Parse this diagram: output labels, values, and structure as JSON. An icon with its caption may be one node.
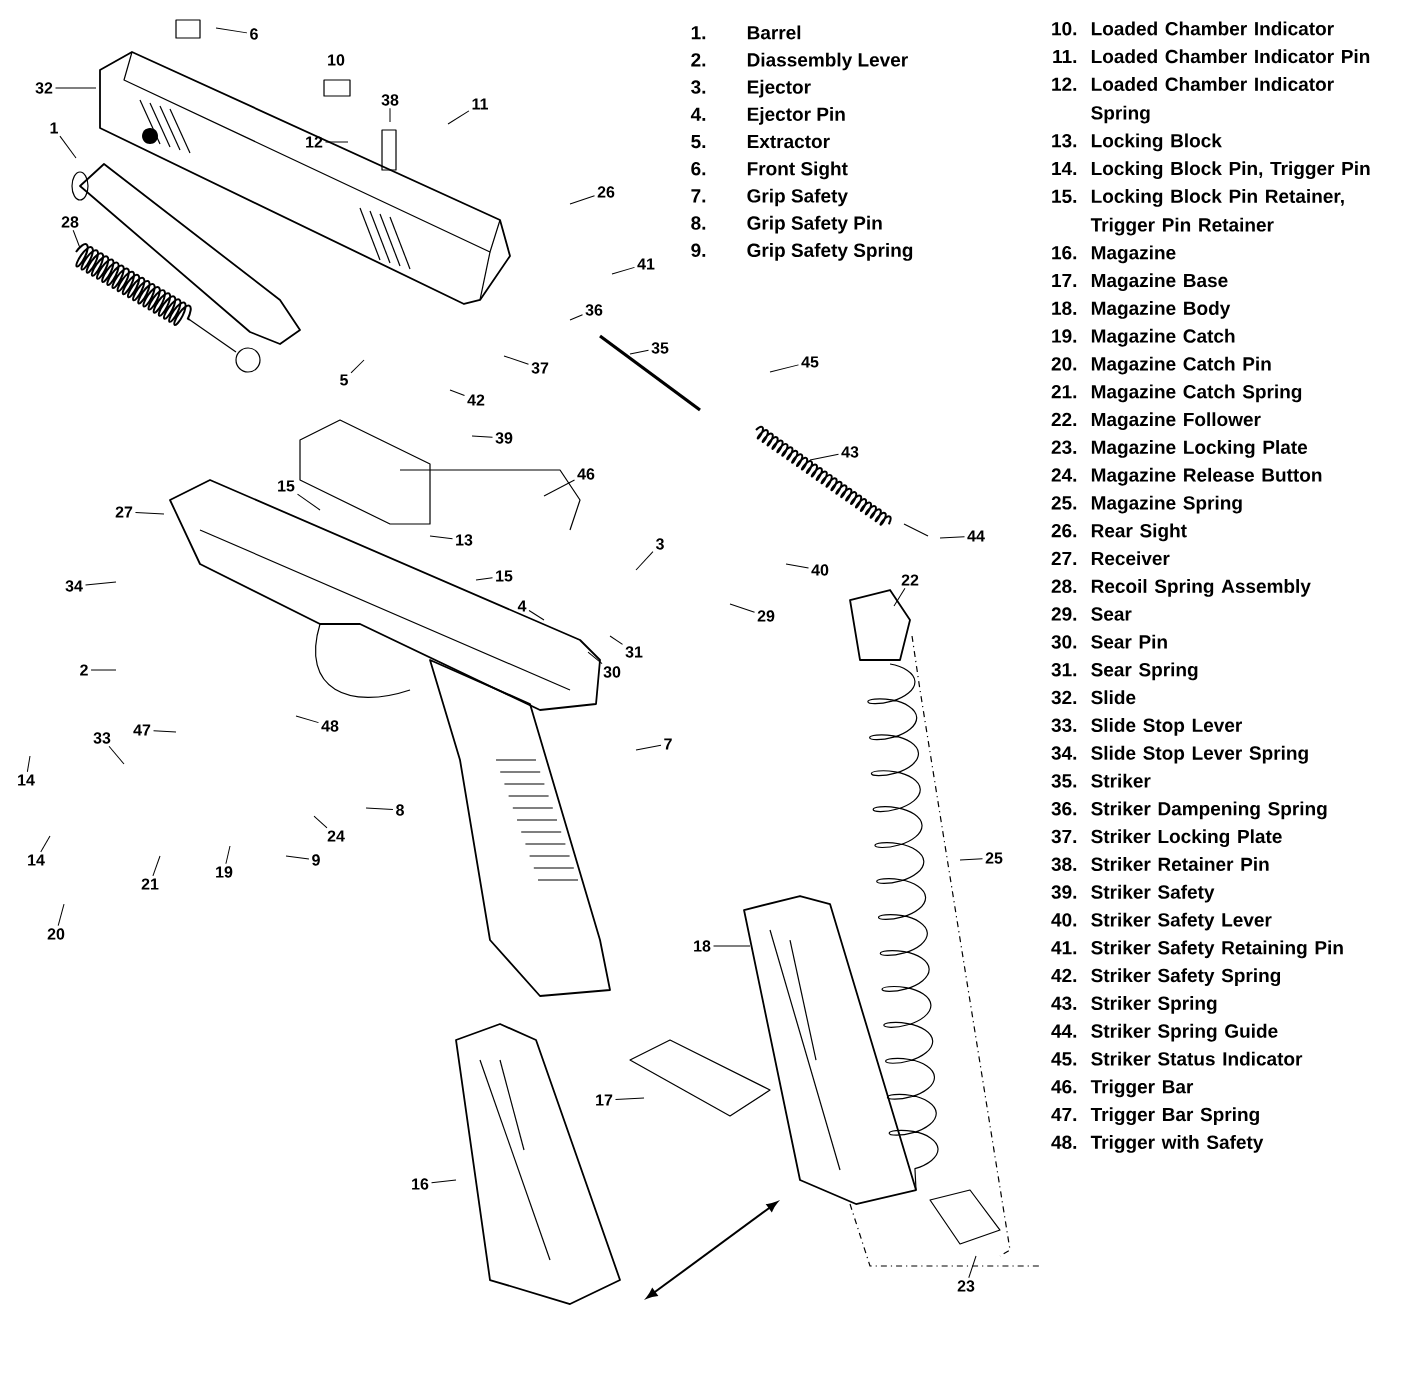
{
  "diagram": {
    "nodes": [
      {
        "text": [
          "6"
        ]
      },
      {
        "text": [
          "32"
        ]
      },
      {
        "text": [
          "10"
        ]
      },
      {
        "text": [
          "38"
        ]
      },
      {
        "text": [
          "11"
        ]
      },
      {
        "text": [
          "12"
        ]
      },
      {
        "text": [
          "1"
        ]
      },
      {
        "text": [
          "28"
        ]
      },
      {
        "text": [
          "26"
        ]
      },
      {
        "text": [
          "41"
        ]
      },
      {
        "text": [
          "36"
        ]
      },
      {
        "text": [
          "35"
        ]
      },
      {
        "text": [
          "5"
        ]
      },
      {
        "text": [
          "37"
        ]
      },
      {
        "text": [
          "45"
        ]
      },
      {
        "text": [
          "42"
        ]
      },
      {
        "text": [
          "39"
        ]
      },
      {
        "text": [
          "43"
        ]
      },
      {
        "text": [
          "15"
        ]
      },
      {
        "text": [
          "46"
        ]
      },
      {
        "text": [
          "27"
        ]
      },
      {
        "text": [
          "44"
        ]
      },
      {
        "text": [
          "13"
        ]
      },
      {
        "text": [
          "3"
        ]
      },
      {
        "text": [
          "40"
        ]
      },
      {
        "text": [
          "15"
        ]
      },
      {
        "text": [
          "34"
        ]
      },
      {
        "text": [
          "22"
        ]
      },
      {
        "text": [
          "4"
        ]
      },
      {
        "text": [
          "29"
        ]
      },
      {
        "text": [
          "31"
        ]
      },
      {
        "text": [
          "30"
        ]
      },
      {
        "text": [
          "2"
        ]
      },
      {
        "text": [
          "48"
        ]
      },
      {
        "text": [
          "47"
        ]
      },
      {
        "text": [
          "33"
        ]
      },
      {
        "text": [
          "7"
        ]
      },
      {
        "text": [
          "14"
        ]
      },
      {
        "text": [
          "8"
        ]
      },
      {
        "text": [
          "24"
        ]
      },
      {
        "text": [
          "25"
        ]
      },
      {
        "text": [
          "9"
        ]
      },
      {
        "text": [
          "14"
        ]
      },
      {
        "text": [
          "19"
        ]
      },
      {
        "text": [
          "21"
        ]
      },
      {
        "text": [
          "20"
        ]
      },
      {
        "text": [
          "18"
        ]
      },
      {
        "text": [
          "17"
        ]
      },
      {
        "text": [
          "16"
        ]
      },
      {
        "text": [
          "23"
        ]
      }
    ],
    "edges": [
      {
        "from": 0,
        "to": null,
        "arrow": "none"
      },
      {
        "from": 1,
        "to": null,
        "arrow": "none"
      },
      {
        "from": 3,
        "to": null,
        "arrow": "none"
      },
      {
        "from": 4,
        "to": null,
        "arrow": "none"
      },
      {
        "from": 5,
        "to": null,
        "arrow": "none"
      },
      {
        "from": 6,
        "to": null,
        "arrow": "none"
      },
      {
        "from": 7,
        "to": null,
        "arrow": "none"
      },
      {
        "from": 8,
        "to": null,
        "arrow": "none"
      },
      {
        "from": 9,
        "to": null,
        "arrow": "none"
      },
      {
        "from": 10,
        "to": null,
        "arrow": "none"
      },
      {
        "from": 11,
        "to": null,
        "arrow": "none"
      },
      {
        "from": 12,
        "to": null,
        "arrow": "none"
      },
      {
        "from": 13,
        "to": null,
        "arrow": "none"
      },
      {
        "from": 14,
        "to": null,
        "arrow": "none"
      },
      {
        "from": 15,
        "to": null,
        "arrow": "none"
      },
      {
        "from": 16,
        "to": null,
        "arrow": "none"
      },
      {
        "from": 17,
        "to": null,
        "arrow": "none"
      },
      {
        "from": 18,
        "to": null,
        "arrow": "none"
      },
      {
        "from": 19,
        "to": null,
        "arrow": "none"
      },
      {
        "from": 20,
        "to": null,
        "arrow": "none"
      },
      {
        "from": 21,
        "to": null,
        "arrow": "none"
      },
      {
        "from": 22,
        "to": null,
        "arrow": "none"
      },
      {
        "from": 23,
        "to": null,
        "arrow": "none"
      },
      {
        "from": 24,
        "to": null,
        "arrow": "none"
      },
      {
        "from": 25,
        "to": null,
        "arrow": "none"
      },
      {
        "from": 26,
        "to": null,
        "arrow": "none"
      },
      {
        "from": 27,
        "to": null,
        "arrow": "none"
      },
      {
        "from": 28,
        "to": null,
        "arrow": "none"
      },
      {
        "from": 29,
        "to": null,
        "arrow": "none"
      },
      {
        "from": 30,
        "to": null,
        "arrow": "none"
      },
      {
        "from": 31,
        "to": null,
        "arrow": "none"
      },
      {
        "from": 32,
        "to": null,
        "arrow": "none"
      },
      {
        "from": 33,
        "to": null,
        "arrow": "none"
      },
      {
        "from": 34,
        "to": null,
        "arrow": "none"
      },
      {
        "from": 35,
        "to": null,
        "arrow": "none"
      },
      {
        "from": 36,
        "to": null,
        "arrow": "none"
      },
      {
        "from": 37,
        "to": null,
        "arrow": "none"
      },
      {
        "from": 38,
        "to": null,
        "arrow": "none"
      },
      {
        "from": 39,
        "to": null,
        "arrow": "none"
      },
      {
        "from": 40,
        "to": null,
        "arrow": "none"
      },
      {
        "from": 41,
        "to": null,
        "arrow": "none"
      },
      {
        "from": 42,
        "to": null,
        "arrow": "none"
      },
      {
        "from": 43,
        "to": null,
        "arrow": "none"
      },
      {
        "from": 44,
        "to": null,
        "arrow": "none"
      },
      {
        "from": 45,
        "to": null,
        "arrow": "none"
      },
      {
        "from": 46,
        "to": null,
        "arrow": "none"
      },
      {
        "from": 47,
        "to": null,
        "arrow": "none"
      },
      {
        "from": 48,
        "to": null,
        "arrow": "none"
      },
      {
        "from": 49,
        "to": null,
        "arrow": "none"
      }
    ],
    "labels": [
      "1.",
      "Barrel",
      "2.",
      "Diassembly Lever",
      "3.",
      "Ejector",
      "4.",
      "Ejector Pin",
      "5.",
      "Extractor",
      "6.",
      "Front Sight",
      "7.",
      "Grip Safety",
      "8.",
      "Grip Safety Pin",
      "9.",
      "Grip Safety Spring",
      "10.",
      "Loaded Chamber Indicator",
      "11.",
      "Loaded Chamber Indicator Pin",
      "12.",
      "Loaded Chamber Indicator Spring",
      "13.",
      "Locking Block",
      "14.",
      "Locking Block Pin, Trigger Pin",
      "15.",
      "Locking Block Pin Retainer, Trigger Pin Retainer",
      "16.",
      "Magazine",
      "17.",
      "Magazine Base",
      "18.",
      "Magazine Body",
      "19.",
      "Magazine Catch",
      "20.",
      "Magazine Catch Pin",
      "21.",
      "Magazine Catch Spring",
      "22.",
      "Magazine Follower",
      "23.",
      "Magazine Locking Plate",
      "24.",
      "Magazine Release Button",
      "25.",
      "Magazine Spring",
      "26.",
      "Rear Sight",
      "27.",
      "Receiver",
      "28.",
      "Recoil Spring Assembly",
      "29.",
      "Sear",
      "30.",
      "Sear Pin",
      "31.",
      "Sear Spring",
      "32.",
      "Slide",
      "33.",
      "Slide Stop Lever",
      "34.",
      "Slide Stop Lever Spring",
      "35.",
      "Striker",
      "36.",
      "Striker Dampening Spring",
      "37.",
      "Striker Locking Plate",
      "38.",
      "Striker Retainer Pin",
      "39.",
      "Striker Safety",
      "40.",
      "Striker Safety Lever",
      "41.",
      "Striker Safety Retaining Pin",
      "42.",
      "Striker Safety Spring",
      "43.",
      "Striker Spring",
      "44.",
      "Striker Spring Guide",
      "45.",
      "Striker Status Indicator",
      "46.",
      "Trigger Bar",
      "47.",
      "Trigger Bar Spring",
      "48.",
      "Trigger with Safety"
    ]
  }
}
